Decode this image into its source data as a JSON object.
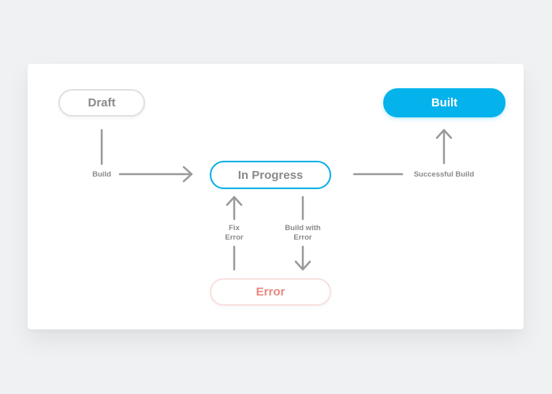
{
  "nodes": {
    "draft": "Draft",
    "in_progress": "In Progress",
    "built": "Built",
    "error": "Error"
  },
  "edges": {
    "build": "Build",
    "successful_build": "Successful Build",
    "fix_error": "Fix\nError",
    "build_with_error": "Build with\nError"
  },
  "colors": {
    "accent": "#04b2ec",
    "arrow": "#9a9a9a",
    "error_text": "#e58a80",
    "error_border": "#f8e1dd"
  }
}
